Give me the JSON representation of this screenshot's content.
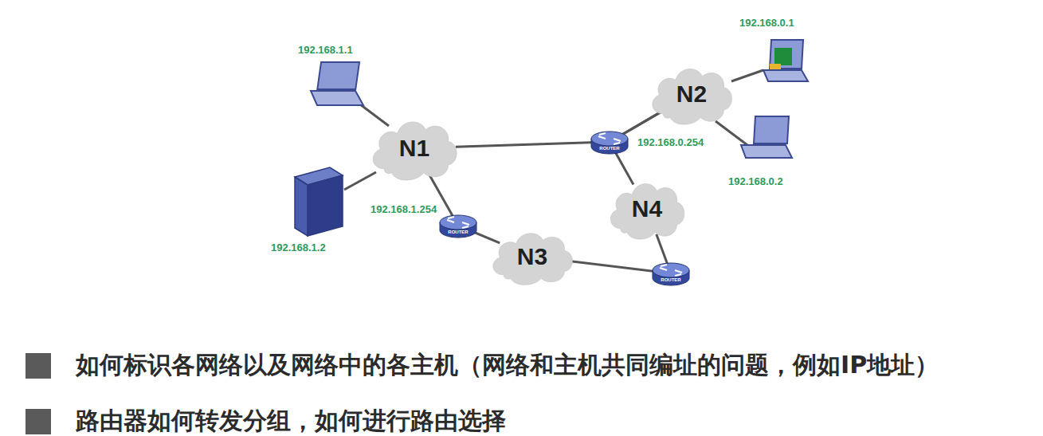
{
  "diagram": {
    "nodes": [
      {
        "text": [
          "N1"
        ]
      },
      {
        "text": [
          "N2"
        ]
      },
      {
        "text": [
          "N3"
        ]
      },
      {
        "text": [
          "N4"
        ]
      }
    ],
    "edges": [
      {
        "from": 0,
        "to": 1,
        "arrow": "none"
      },
      {
        "from": 1,
        "to": 3,
        "arrow": "none"
      },
      {
        "from": 0,
        "to": 2,
        "arrow": "none"
      },
      {
        "from": 2,
        "to": 3,
        "arrow": "none"
      }
    ],
    "labels": [
      "192.168.1.1",
      "192.168.0.1",
      "192.168.0.254",
      "192.168.0.2",
      "192.168.1.254",
      "192.168.1.2",
      "如何标识各网络以及网络中的各主机（网络和主机共同编址的问题，例如IP地址）",
      "路由器如何转发分组，如何进行路由选择",
      "ROUTER",
      "ROUTER",
      "ROUTER"
    ]
  }
}
